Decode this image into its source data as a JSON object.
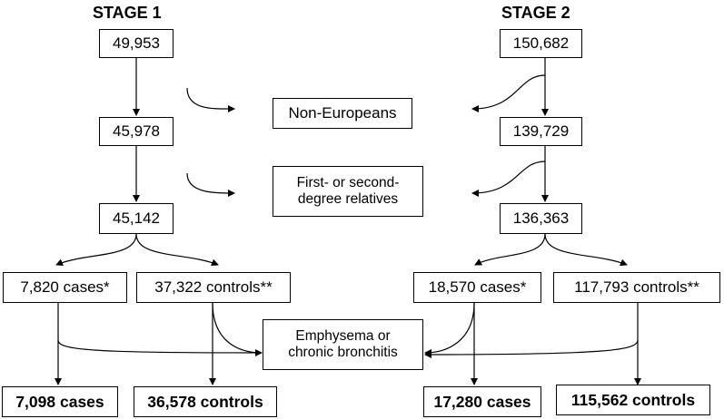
{
  "headings": {
    "stage1": "STAGE 1",
    "stage2": "STAGE 2"
  },
  "stage1": {
    "initial": "49,953",
    "after_non_european": "45,978",
    "after_relatives": "45,142",
    "cases": "7,820 cases*",
    "controls": "37,322 controls**",
    "final_cases": "7,098 cases",
    "final_controls": "36,578 controls"
  },
  "stage2": {
    "initial": "150,682",
    "after_non_european": "139,729",
    "after_relatives": "136,363",
    "cases": "18,570 cases*",
    "controls": "117,793 controls**",
    "final_cases": "17,280 cases",
    "final_controls": "115,562 controls"
  },
  "exclusions": {
    "non_europeans": "Non-Europeans",
    "relatives_line1": "First- or second-",
    "relatives_line2": "degree relatives",
    "emphysema_line1": "Emphysema or",
    "emphysema_line2": "chronic bronchitis"
  }
}
